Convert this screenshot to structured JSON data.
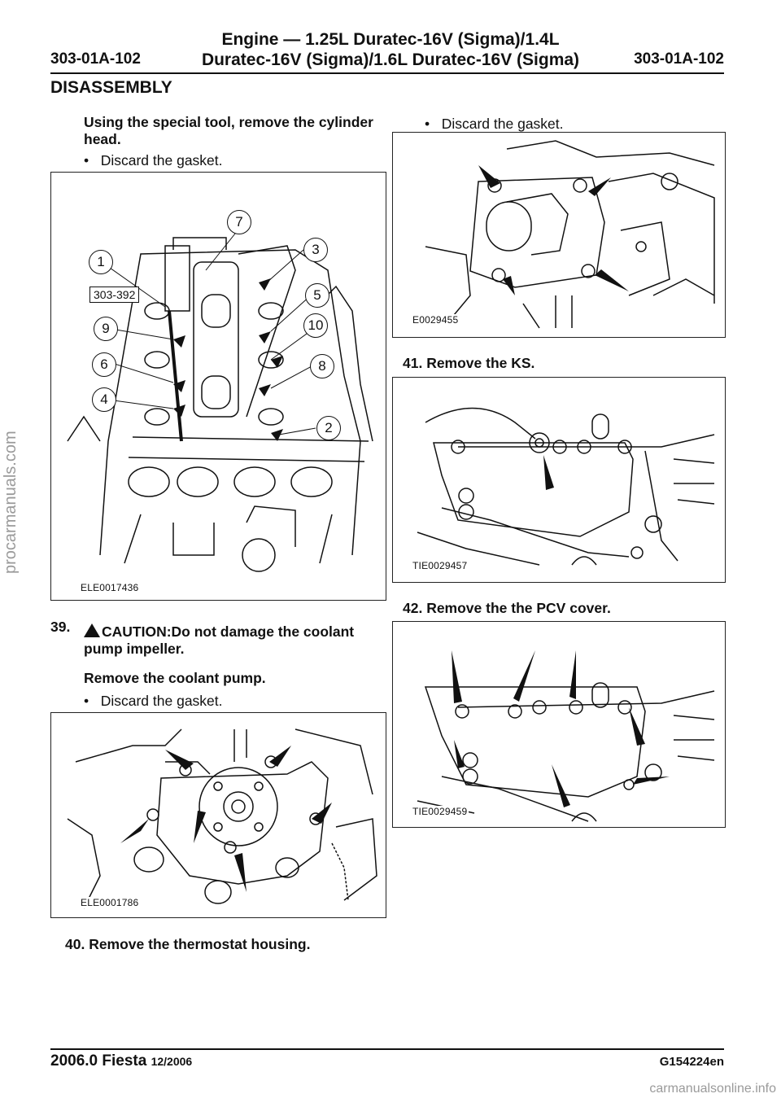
{
  "header": {
    "code_left": "303-01A-102",
    "code_right": "303-01A-102",
    "title_line1": "Engine — 1.25L Duratec-16V (Sigma)/1.4L",
    "title_line2": "Duratec-16V (Sigma)/1.6L Duratec-16V (Sigma)"
  },
  "section_title": "DISASSEMBLY",
  "left_column": {
    "step38_text": "Using the special tool, remove the cylinder head.",
    "step38_bullet": "Discard the gasket.",
    "fig1_code": "ELE0017436",
    "fig1_tool": "303-392",
    "fig1_callouts": [
      "1",
      "2",
      "3",
      "4",
      "5",
      "6",
      "7",
      "8",
      "9",
      "10"
    ],
    "step39_number": "39.",
    "step39_caution": "CAUTION:Do not damage the coolant pump impeller.",
    "step39_text": "Remove the coolant pump.",
    "step39_bullet": "Discard the gasket.",
    "fig2_code": "ELE0001786",
    "step40_text": "40. Remove the thermostat housing."
  },
  "right_column": {
    "top_bullet": "Discard the gasket.",
    "fig3_code": "E0029455",
    "step41_text": "41. Remove the KS.",
    "fig4_code": "TIE0029457",
    "step42_text": "42. Remove the the PCV cover.",
    "fig5_code": "TIE0029459"
  },
  "footer": {
    "model": "2006.0 Fiesta",
    "date": "12/2006",
    "doc_code": "G154224en"
  },
  "watermarks": {
    "side": "procarmanuals.com",
    "bottom": "carmanualsonline.info"
  }
}
